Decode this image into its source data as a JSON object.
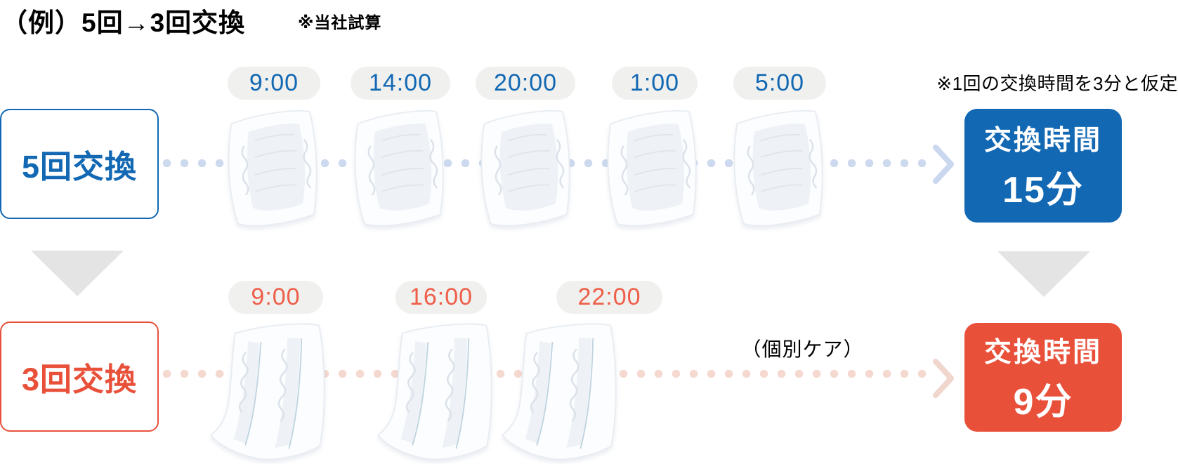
{
  "title": "（例）5回→3回交換",
  "title_note": "※当社試算",
  "assumption_note": "※1回の交換時間を3分と仮定",
  "colors": {
    "blue": "#1268b3",
    "red": "#e9503a",
    "red_time_text": "#ee5e48",
    "pill_background": "#f0f0ee",
    "dot_blue": "#ccd9ee",
    "dot_pink": "#f5d8cf",
    "triangle_gray": "#e4e4e5"
  },
  "row_5": {
    "label": "5回交換",
    "times": [
      "9:00",
      "14:00",
      "20:00",
      "1:00",
      "5:00"
    ],
    "result_label": "交換時間",
    "result_value": "15分"
  },
  "row_3": {
    "label": "3回交換",
    "times": [
      "9:00",
      "16:00",
      "22:00"
    ],
    "care_note": "（個別ケア）",
    "result_label": "交換時間",
    "result_value": "9分"
  }
}
